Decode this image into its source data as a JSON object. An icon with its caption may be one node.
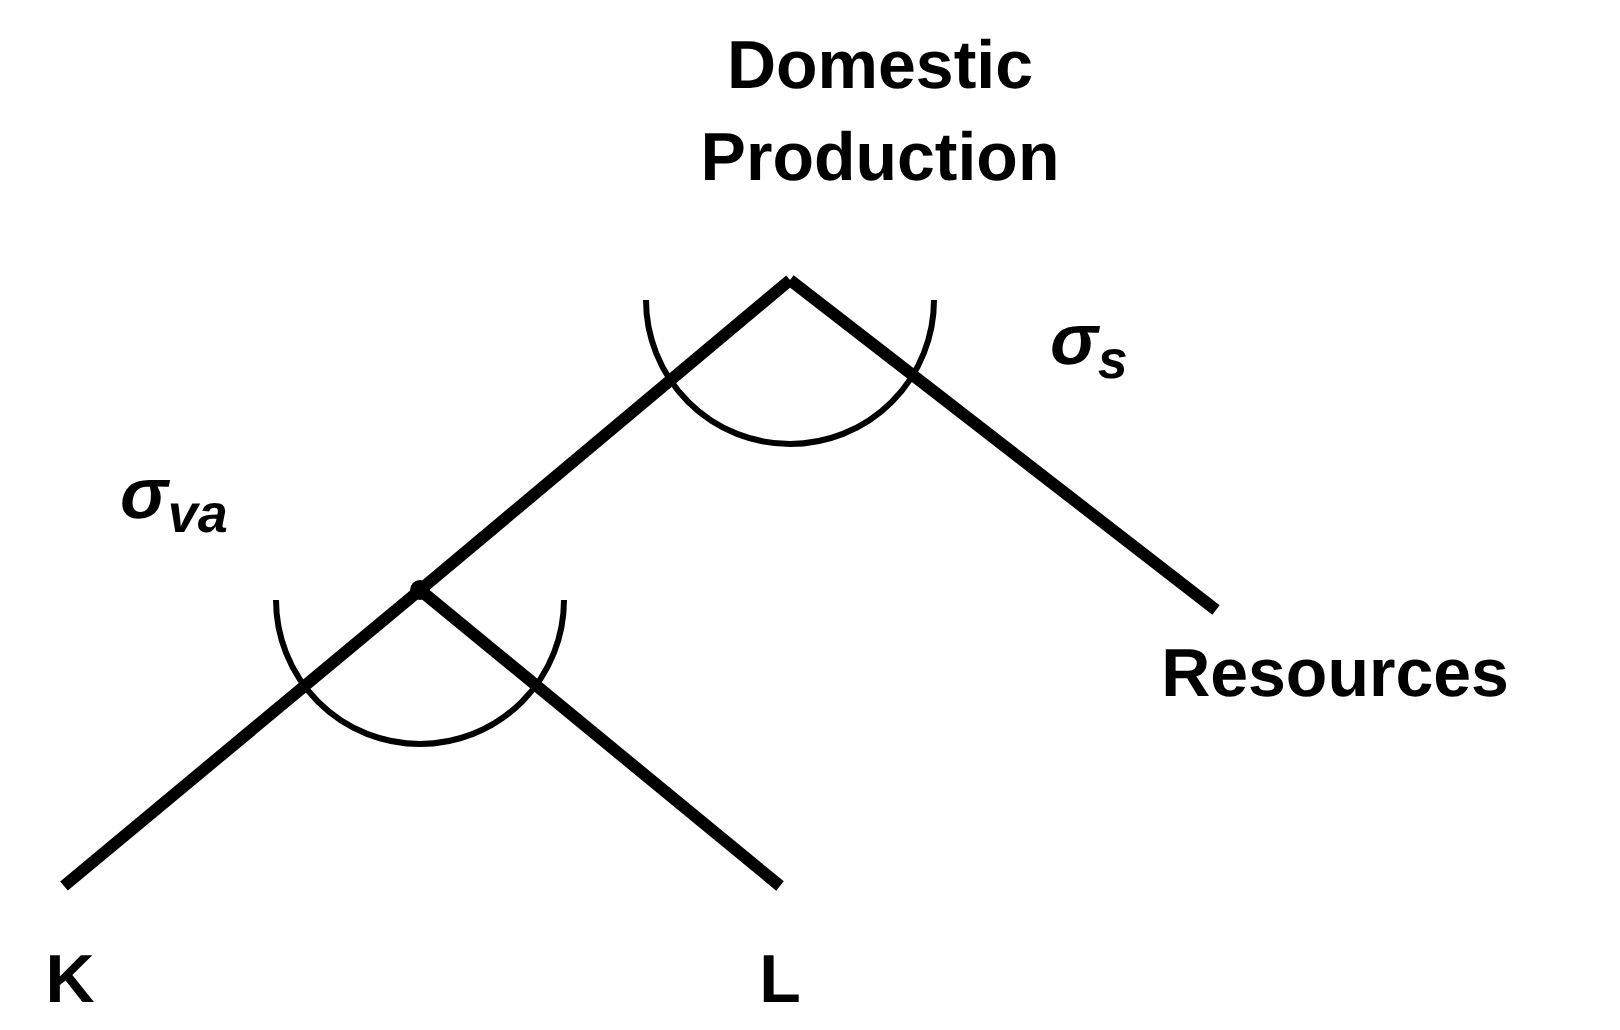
{
  "diagram": {
    "nodes": [
      {
        "text": [
          "Domestic Production"
        ]
      },
      {
        "text": [
          "Resources"
        ]
      },
      {
        "text": [
          "K"
        ]
      },
      {
        "text": [
          "L"
        ]
      },
      {
        "text": [],
        "shape": "circle"
      }
    ],
    "edges": [
      {
        "from": 0,
        "to": 1,
        "arrow": "none"
      },
      {
        "from": 0,
        "to": 4,
        "arrow": "none"
      },
      {
        "from": 4,
        "to": 2,
        "arrow": "none"
      },
      {
        "from": 4,
        "to": 3,
        "arrow": "none"
      }
    ],
    "labels": [
      "σ$_{s}$",
      "σ$_{va}$"
    ]
  }
}
